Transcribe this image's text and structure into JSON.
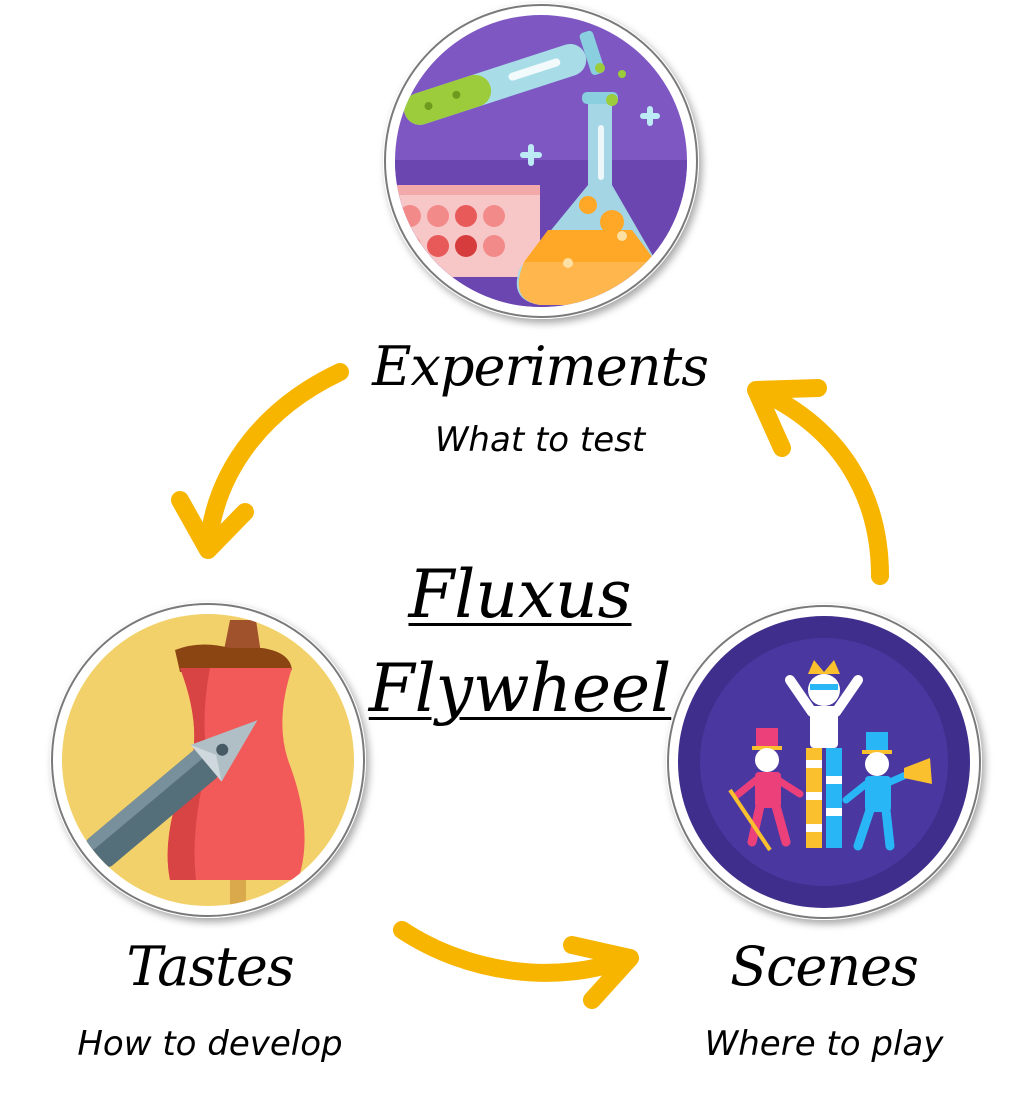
{
  "diagram": {
    "center": {
      "line1": "Fluxus",
      "line2": "Flywheel"
    },
    "nodes": [
      {
        "id": "experiments",
        "title": "Experiments",
        "subtitle": "What to test",
        "icon": "laboratory-flask-icon"
      },
      {
        "id": "tastes",
        "title": "Tastes",
        "subtitle": "How to develop",
        "icon": "dress-mannequin-pen-icon"
      },
      {
        "id": "scenes",
        "title": "Scenes",
        "subtitle": "Where to play",
        "icon": "stilt-performers-icon"
      }
    ],
    "colors": {
      "arrow": "#F7B500",
      "experiments_bg": "#7E57C2",
      "tastes_bg": "#F2D16B",
      "scenes_bg": "#3F2E8C"
    }
  }
}
